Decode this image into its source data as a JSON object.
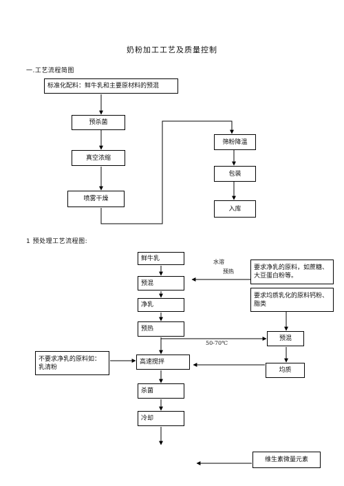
{
  "document": {
    "title": "奶粉加工工艺及质量控制",
    "section1_heading": "一.工艺流程简图",
    "section2_heading": "1 预处理工艺流程图:"
  },
  "flow1": {
    "standardize": "标准化配料：鲜牛乳和主要原材料的预混",
    "presterilize": "预杀菌",
    "vacuum_concentrate": "真空浓缩",
    "spray_dry": "喷雾干燥",
    "sieve_cool": "筛粉降温",
    "package": "包装",
    "storage": "入库"
  },
  "flow2": {
    "fresh_milk": "鲜牛乳",
    "premix": "预混",
    "clarify": "净乳",
    "preheat": "预热",
    "high_speed_mix": "高速搅拌",
    "sterilize": "杀菌",
    "cool": "冷却",
    "water_dissolve": "水溶",
    "preheat_label": "预热",
    "req_clean_materials": "要求净乳的原料，如蔗糖、大豆蛋白粉等。",
    "req_homogenize_materials": "要求均质乳化的原料钙粉、脂类",
    "right_premix": "预混",
    "homogenize": "均质",
    "temperature": "50-70℃",
    "no_clean_materials": "不要求净乳的原料如：乳清粉",
    "vitamins": "维生素微量元素"
  }
}
